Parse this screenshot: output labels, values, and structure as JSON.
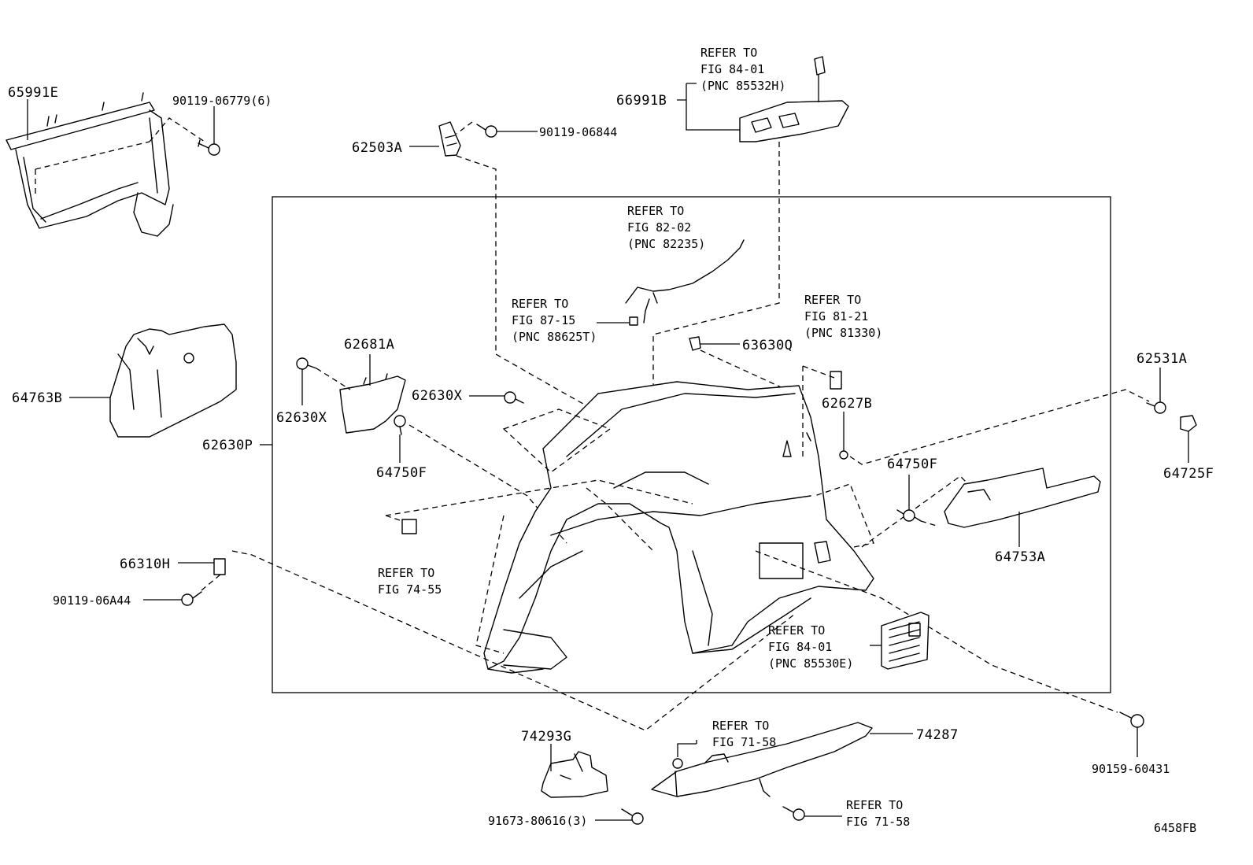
{
  "callouts": {
    "p65991E": "65991E",
    "p90119_06779": "90119-06779(6)",
    "p62503A": "62503A",
    "p90119_06844": "90119-06844",
    "p66991B": "66991B",
    "ref_84_01_a": [
      "REFER TO",
      "FIG 84-01",
      "(PNC 85532H)"
    ],
    "ref_82_02": [
      "REFER TO",
      "FIG 82-02",
      "(PNC 82235)"
    ],
    "ref_87_15": [
      "REFER TO",
      "FIG 87-15",
      "(PNC 88625T)"
    ],
    "ref_81_21": [
      "REFER TO",
      "FIG 81-21",
      "(PNC 81330)"
    ],
    "p63630Q": "63630Q",
    "p64763B": "64763B",
    "p62681A": "62681A",
    "p62630X_a": "62630X",
    "p62630X_b": "62630X",
    "p62627B": "62627B",
    "p62531A": "62531A",
    "p62630P": "62630P",
    "p64750F_a": "64750F",
    "p64750F_b": "64750F",
    "p64725F": "64725F",
    "p64753A": "64753A",
    "p66310H": "66310H",
    "p90119_06A44": "90119-06A44",
    "ref_74_55": [
      "REFER TO",
      "FIG 74-55"
    ],
    "ref_84_01_b": [
      "REFER TO",
      "FIG 84-01",
      "(PNC 85530E)"
    ],
    "p74293G": "74293G",
    "ref_71_58_a": [
      "REFER TO",
      "FIG 71-58"
    ],
    "p74287": "74287",
    "p90159_60431": "90159-60431",
    "p91673_80616": "91673-80616(3)",
    "ref_71_58_b": [
      "REFER TO",
      "FIG 71-58"
    ],
    "diagram_code": "6458FB"
  }
}
